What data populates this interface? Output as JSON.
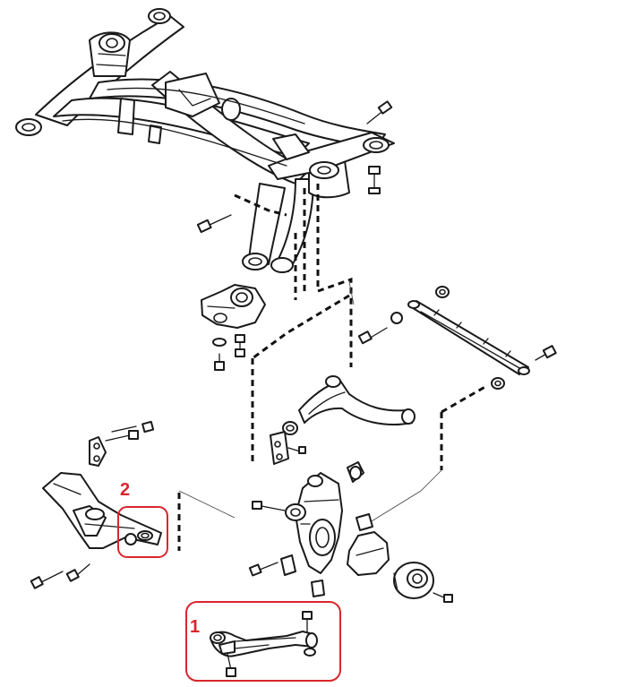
{
  "diagram": {
    "callouts": [
      {
        "number": "1",
        "part": "lower-control-arm"
      },
      {
        "number": "2",
        "part": "trailing-arm-bracket-mount"
      }
    ],
    "callout_color": "#d9262c",
    "line_color": "#1a1a1a"
  }
}
